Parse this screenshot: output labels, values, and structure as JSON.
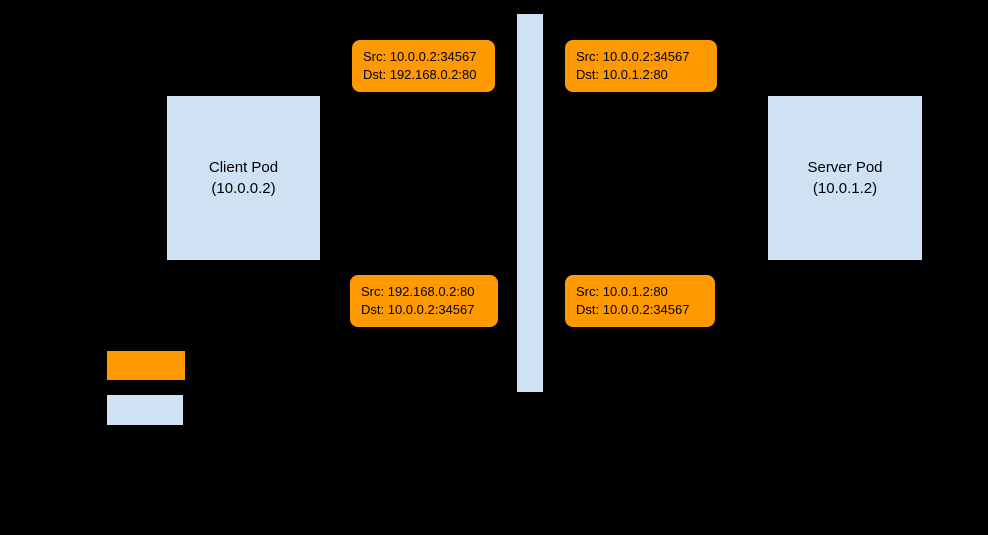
{
  "colors": {
    "canvas_bg": "#000000",
    "pod_fill": "#cfe2f3",
    "packet_fill": "#ff9900",
    "text_color": "#000000"
  },
  "nodes": {
    "client_pod": {
      "name": "Client Pod",
      "address": "(10.0.0.2)"
    },
    "server_pod": {
      "name": "Server Pod",
      "address": "(10.0.1.2)"
    }
  },
  "packets": [
    {
      "src": "Src: 10.0.0.2:34567",
      "dst": "Dst: 192.168.0.2:80"
    },
    {
      "src": "Src: 10.0.0.2:34567",
      "dst": "Dst: 10.0.1.2:80"
    },
    {
      "src": "Src: 192.168.0.2:80",
      "dst": "Dst: 10.0.0.2:34567"
    },
    {
      "src": "Src: 10.0.1.2:80",
      "dst": "Dst: 10.0.0.2:34567"
    }
  ],
  "legend": {
    "swatches": [
      {
        "kind": "packet-label-swatch"
      },
      {
        "kind": "pod-swatch"
      }
    ]
  }
}
